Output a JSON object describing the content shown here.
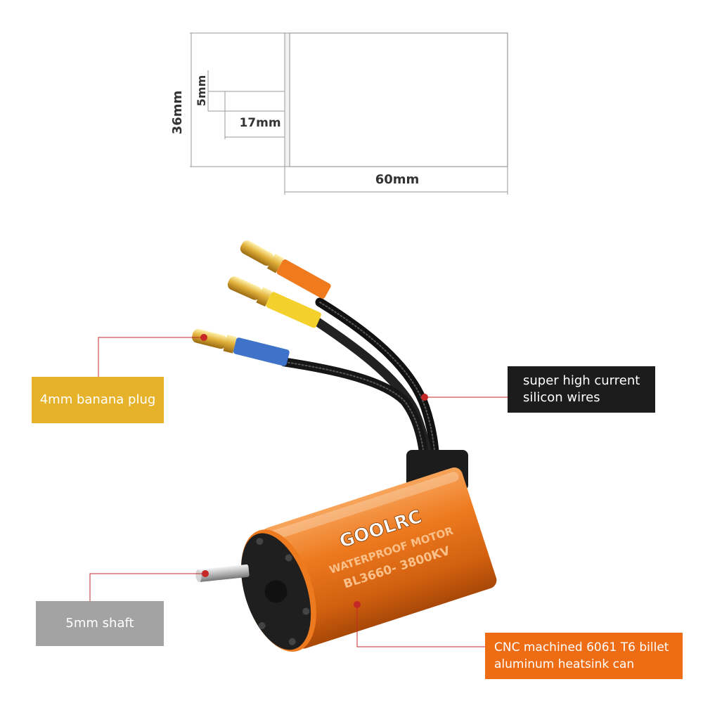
{
  "dimensions": {
    "diameter": "36mm",
    "shaft_diameter": "5mm",
    "shaft_length": "17mm",
    "body_length": "60mm"
  },
  "motor_print": {
    "brand": "GOOLRC",
    "line1": "WATERPROOF MOTOR",
    "line2": "BL3660- 3800KV"
  },
  "callouts": {
    "banana_plug": "4mm banana plug",
    "wires_line1": "super high current",
    "wires_line2": "silicon wires",
    "shaft": "5mm shaft",
    "can_line1": "CNC machined 6061 T6 billet",
    "can_line2": "aluminum heatsink can"
  },
  "colors": {
    "banana_box": "#e6b22a",
    "wires_box": "#1c1c1c",
    "shaft_box": "#a3a3a3",
    "can_box": "#ee6c14",
    "leader_line": "#c62828",
    "motor_orange": "#ee7a1f"
  }
}
